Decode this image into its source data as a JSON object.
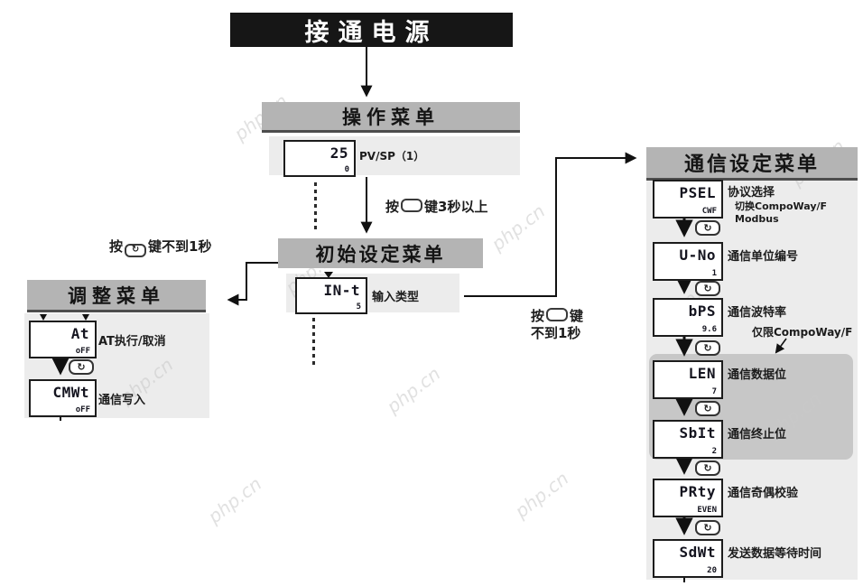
{
  "watermark": "php.cn",
  "power_on": "接通电源",
  "icons": {
    "cycle_glyph": "↻"
  },
  "colors": {
    "header_gray": "#b4b4b4",
    "panel_gray": "#ececec",
    "shaded_gray": "#c7c7c7",
    "power_black": "#161616"
  },
  "main_flow": {
    "operation_menu": {
      "title": "操作菜单",
      "display": {
        "main": "25",
        "sub": "0"
      },
      "label": "PV/SP（1）"
    },
    "note_to_initial": {
      "prefix": "按",
      "suffix": "键3秒以上"
    },
    "initial_menu": {
      "title": "初始设定菜单",
      "display": {
        "main": "IN-t",
        "sub": "5"
      },
      "label": "输入类型"
    },
    "note_to_adjust": {
      "prefix": "按",
      "suffix": "键不到1秒"
    },
    "note_to_comm": {
      "prefix": "按",
      "mid": "键",
      "line2": "不到1秒"
    }
  },
  "adjustment_menu": {
    "title": "调整菜单",
    "items": [
      {
        "main": "At",
        "sub": "oFF",
        "label": "AT执行/取消"
      },
      {
        "main": "CMWt",
        "sub": "oFF",
        "label": "通信写入"
      }
    ]
  },
  "comm_menu": {
    "title": "通信设定菜单",
    "note_compoway_only": "仅限CompoWay/F",
    "items": [
      {
        "main": "PSEL",
        "sub": "CWF",
        "label": "协议选择",
        "sublabels": [
          "切换CompoWay/F",
          "Modbus"
        ]
      },
      {
        "main": "U-No",
        "sub": "1",
        "label": "通信单位编号"
      },
      {
        "main": "bPS",
        "sub": "9.6",
        "label": "通信波特率"
      },
      {
        "main": "LEN",
        "sub": "7",
        "label": "通信数据位"
      },
      {
        "main": "SbIt",
        "sub": "2",
        "label": "通信终止位"
      },
      {
        "main": "PRty",
        "sub": "EVEN",
        "label": "通信奇偶校验"
      },
      {
        "main": "SdWt",
        "sub": "20",
        "label": "发送数据等待时间"
      }
    ]
  }
}
